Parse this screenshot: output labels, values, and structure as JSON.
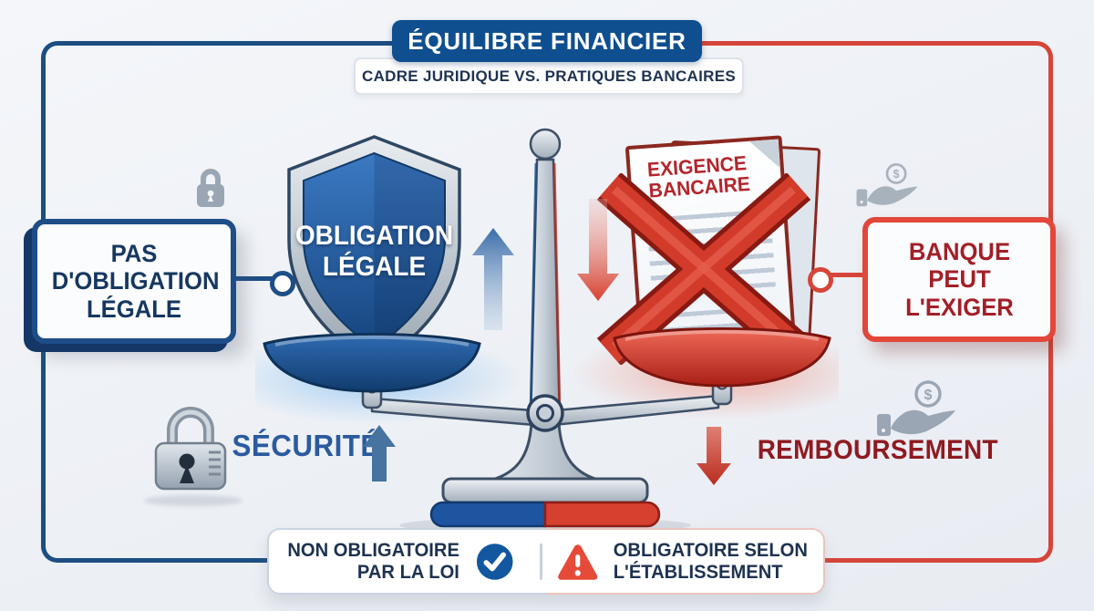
{
  "header": {
    "title": "ÉQUILIBRE FINANCIER",
    "subtitle": "CADRE JURIDIQUE VS. PRATIQUES BANCAIRES"
  },
  "left": {
    "callout": "PAS D'OBLIGATION LÉGALE",
    "pan_label": "OBLIGATION LÉGALE",
    "keyword": "SÉCURITÉ",
    "badge": "NON OBLIGATOIRE PAR LA LOI"
  },
  "right": {
    "callout": "BANQUE PEUT L'EXIGER",
    "pan_label": "EXIGENCE BANCAIRE",
    "keyword": "REMBOURSEMENT",
    "badge": "OBLIGATOIRE SELON L'ÉTABLISSEMENT"
  },
  "symbols": {
    "currency": "$"
  },
  "colors": {
    "frame_blue": "#1c4e82",
    "frame_red": "#d6453a",
    "title_bg": "#0f4f8f",
    "navy_text": "#1d3250",
    "callout_blue_text": "#16375f",
    "callout_red_text": "#a31f28",
    "keyword_blue": "#2a5aa0",
    "keyword_red": "#8e1a20",
    "check_circle": "#1257a0",
    "warning_triangle": "#e64a38"
  }
}
